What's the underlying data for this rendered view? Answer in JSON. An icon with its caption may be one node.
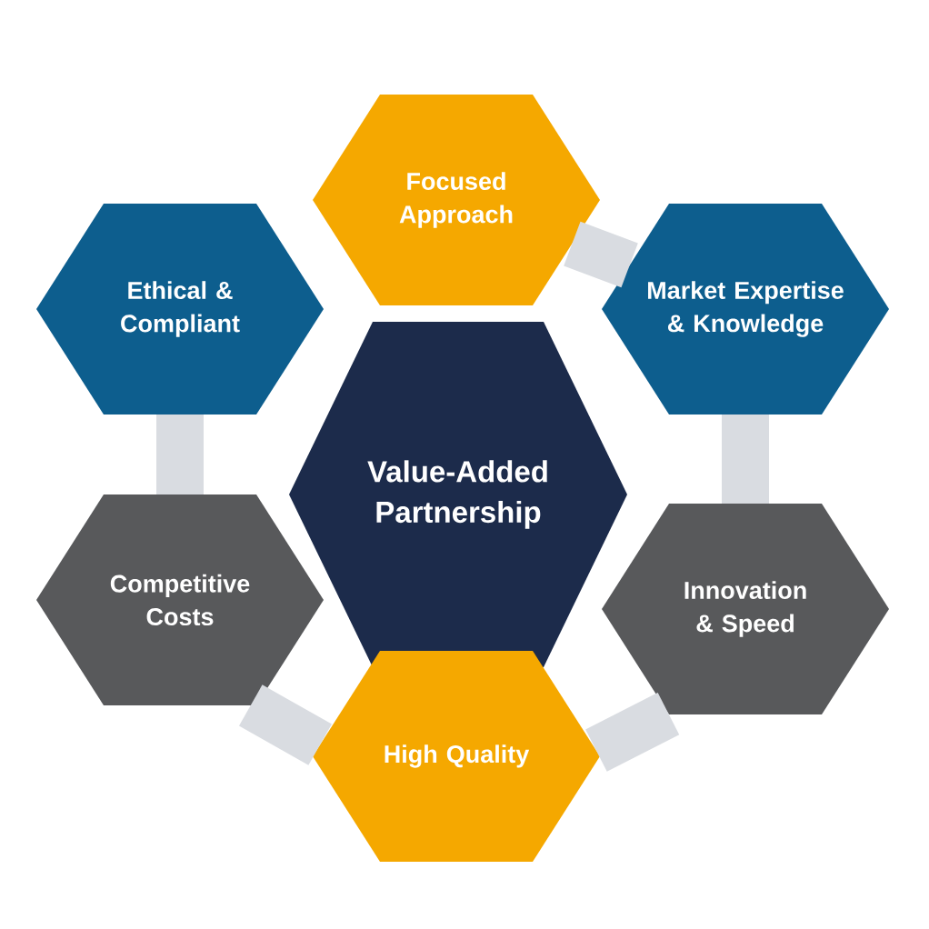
{
  "diagram": {
    "nodes": [
      {
        "text": [
          "Value-Added Partnership"
        ]
      },
      {
        "text": [
          "Focused Approach"
        ]
      },
      {
        "text": [
          "Market Expertise & Knowledge"
        ]
      },
      {
        "text": [
          "Innovation & Speed"
        ]
      },
      {
        "text": [
          "High Quality"
        ]
      },
      {
        "text": [
          "Competitive Costs"
        ]
      },
      {
        "text": [
          "Ethical & Compliant"
        ]
      }
    ],
    "edges": [
      {
        "from": 1,
        "to": 2,
        "arrow": "none"
      },
      {
        "from": 2,
        "to": 3,
        "arrow": "none"
      },
      {
        "from": 3,
        "to": 4,
        "arrow": "none"
      },
      {
        "from": 4,
        "to": 5,
        "arrow": "none"
      },
      {
        "from": 5,
        "to": 6,
        "arrow": "none"
      }
    ]
  }
}
